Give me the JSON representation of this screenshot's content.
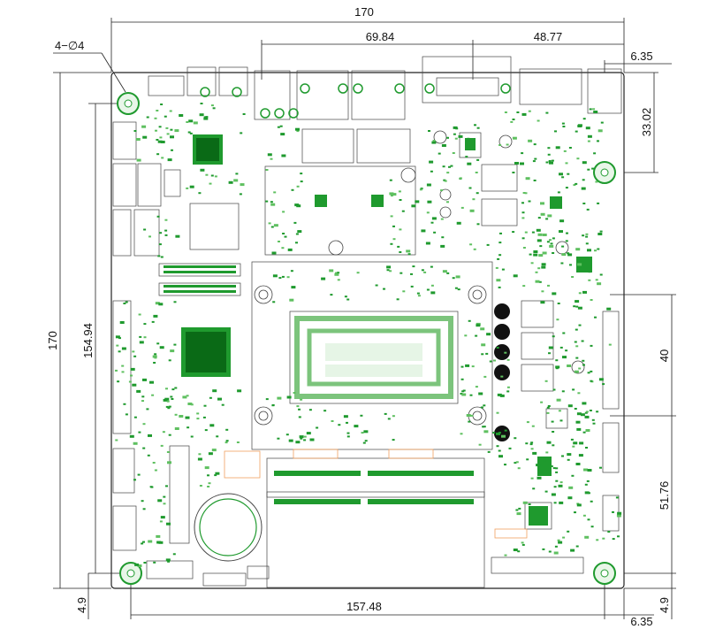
{
  "dimensions": {
    "total_width": "170",
    "top_left_segment": "69.84",
    "top_right_segment": "48.77",
    "right_offset_top": "6.35",
    "right_vertical_upper": "33.02",
    "left_height": "170",
    "left_inner_height": "154.94",
    "right_vertical_mid": "40",
    "right_vertical_lower": "51.76",
    "bottom_left": "4.9",
    "bottom_hole_span": "157.48",
    "bottom_right": "6.35",
    "bottom_right_vertical": "4.9",
    "hole_callout": "4−∅4"
  },
  "colors": {
    "pad": "#1f9a2e",
    "pad_light": "#5fc060",
    "outline": "#444444",
    "cpu_bga": "#7cc47c",
    "silk_orange": "#f0a060"
  }
}
